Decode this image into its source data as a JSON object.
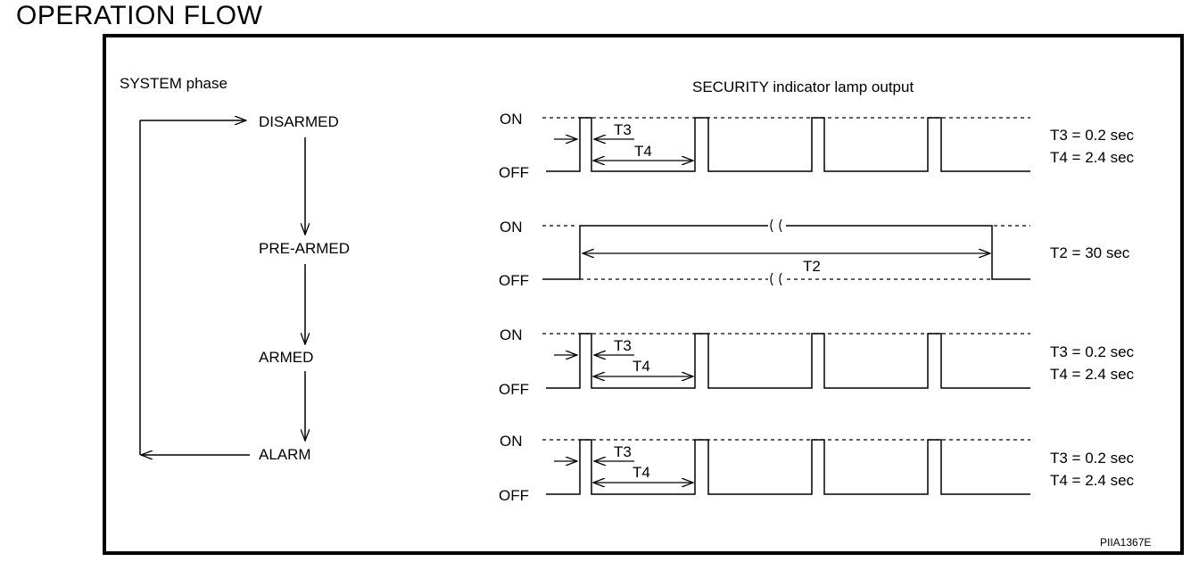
{
  "title": "OPERATION FLOW",
  "system_phase": {
    "heading": "SYSTEM phase",
    "phases": [
      "DISARMED",
      "PRE-ARMED",
      "ARMED",
      "ALARM"
    ]
  },
  "lamp": {
    "heading": "SECURITY indicator lamp output",
    "on_label": "ON",
    "off_label": "OFF",
    "rows": [
      {
        "phase": "DISARMED",
        "t_a": "T3",
        "t_b": "T4",
        "spec_1": "T3 = 0.2 sec",
        "spec_2": "T4 = 2.4 sec"
      },
      {
        "phase": "PRE-ARMED",
        "t_a": "T2",
        "spec_1": "T2 = 30 sec"
      },
      {
        "phase": "ARMED",
        "t_a": "T3",
        "t_b": "T4",
        "spec_1": "T3 = 0.2 sec",
        "spec_2": "T4 = 2.4 sec"
      },
      {
        "phase": "ALARM",
        "t_a": "T3",
        "t_b": "T4",
        "spec_1": "T3 = 0.2 sec",
        "spec_2": "T4 = 2.4 sec"
      }
    ]
  },
  "figure_code": "PIIA1367E"
}
